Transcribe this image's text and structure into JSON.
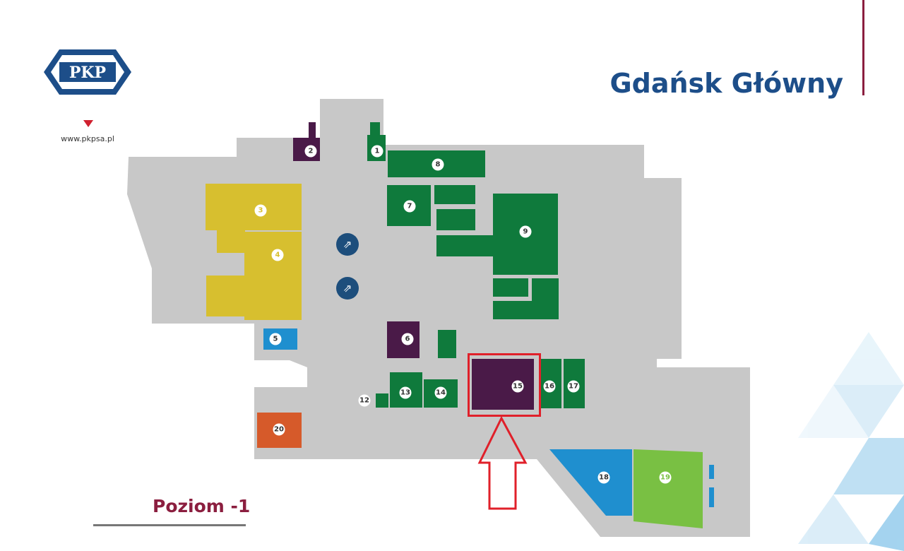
{
  "header": {
    "title": "Gdańsk Główny",
    "logo_text": "PKP",
    "url": "www.pkpsa.pl"
  },
  "level_label": "Poziom -1",
  "colors": {
    "floor": "#c8c8c8",
    "green": "#0f7a3c",
    "yellow": "#d7bf2f",
    "purple": "#4a1a48",
    "blue": "#1f8fcf",
    "orange": "#d65a2a",
    "lightgreen": "#79c043",
    "title": "#1d4e89",
    "accent": "#8b1e3f",
    "highlight": "#e0202a"
  },
  "units": [
    "1",
    "2",
    "3",
    "4",
    "5",
    "6",
    "7",
    "8",
    "9",
    "12",
    "13",
    "14",
    "15",
    "16",
    "17",
    "18",
    "19",
    "20"
  ],
  "icons": {
    "escalator": "escalator-icon",
    "highlight_arrow": "arrow-up-icon"
  }
}
